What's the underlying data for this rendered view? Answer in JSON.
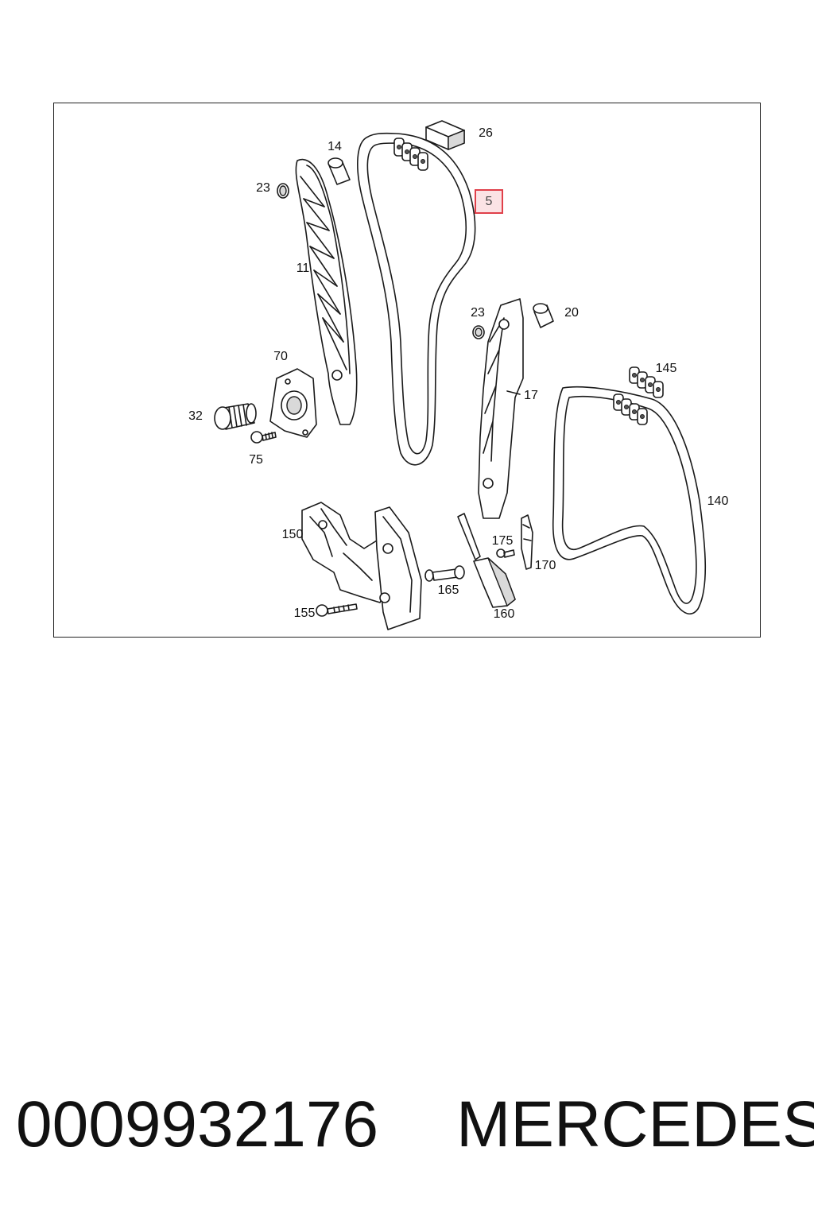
{
  "diagram": {
    "labels": {
      "p5": "5",
      "p11": "11",
      "p14": "14",
      "p17": "17",
      "p20": "20",
      "p23a": "23",
      "p23b": "23",
      "p26": "26",
      "p32": "32",
      "p70": "70",
      "p75": "75",
      "p140": "140",
      "p145": "145",
      "p150": "150",
      "p155": "155",
      "p160": "160",
      "p165": "165",
      "p170": "170",
      "p175": "175"
    },
    "highlight_color": "#e0404a"
  },
  "footer": {
    "part_number": "0009932176",
    "brand": "MERCEDES"
  }
}
